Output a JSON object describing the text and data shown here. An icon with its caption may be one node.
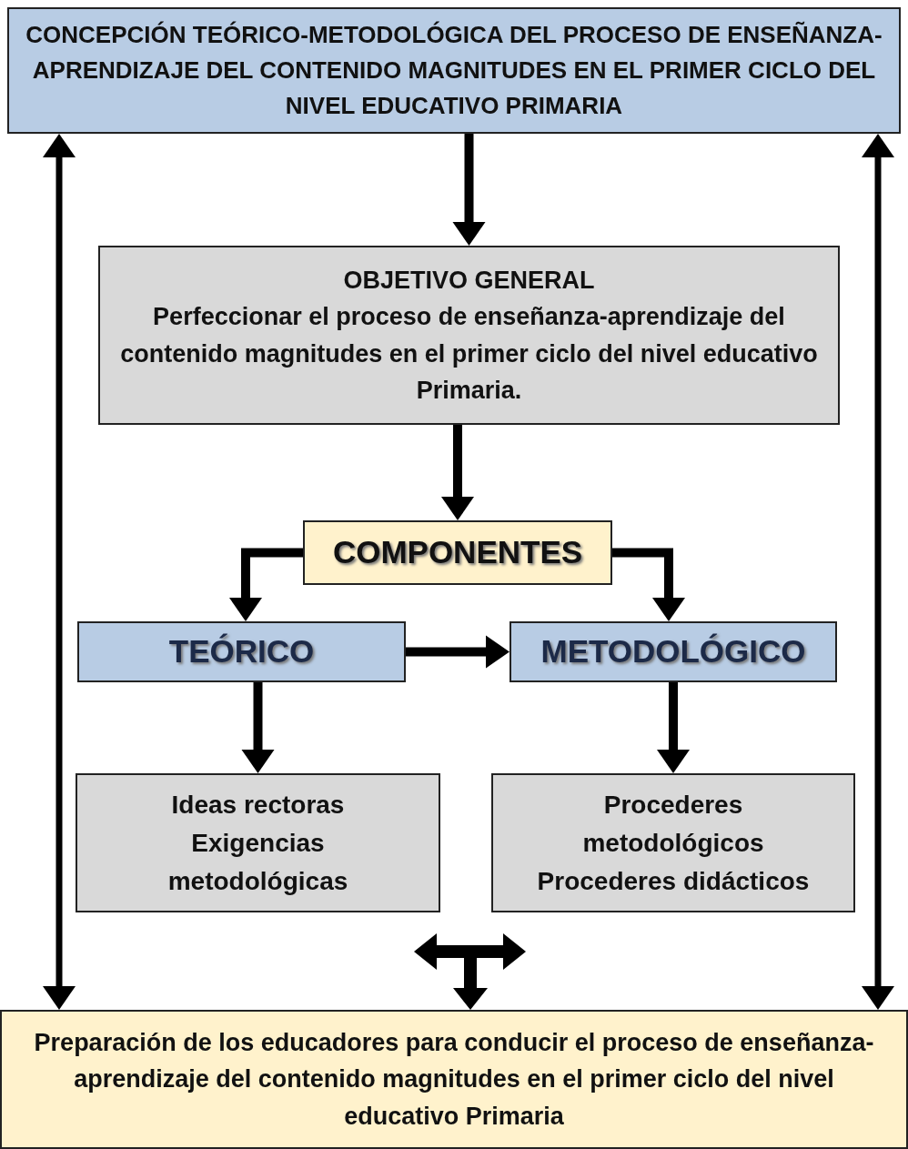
{
  "diagram": {
    "nodes": [
      {
        "text": [
          "CONCEPCIÓN TEÓRICO-METODOLÓGICA DEL PROCESO DE ENSEÑANZA-APRENDIZAJE DEL CONTENIDO MAGNITUDES EN EL PRIMER CICLO DEL NIVEL EDUCATIVO PRIMARIA"
        ]
      },
      {
        "text": [
          "OBJETIVO GENERAL",
          "Perfeccionar el proceso de enseñanza-aprendizaje del contenido magnitudes en el primer ciclo del nivel educativo Primaria."
        ]
      },
      {
        "text": [
          "COMPONENTES"
        ]
      },
      {
        "text": [
          "TEÓRICO"
        ]
      },
      {
        "text": [
          "METODOLÓGICO"
        ]
      },
      {
        "text": [
          "Ideas rectoras",
          "Exigencias metodológicas"
        ]
      },
      {
        "text": [
          "Procederes metodológicos",
          "Procederes didácticos"
        ]
      },
      {
        "text": [
          "Preparación de los educadores para conducir el proceso de enseñanza-aprendizaje del contenido magnitudes en el primer ciclo del nivel educativo Primaria"
        ]
      }
    ],
    "edges": [
      {
        "from": 0,
        "to": 1,
        "arrow": "to"
      },
      {
        "from": 1,
        "to": 2,
        "arrow": "to"
      },
      {
        "from": 2,
        "to": 3,
        "arrow": "to"
      },
      {
        "from": 2,
        "to": 4,
        "arrow": "to"
      },
      {
        "from": 3,
        "to": 4,
        "arrow": "to"
      },
      {
        "from": 3,
        "to": 5,
        "arrow": "to"
      },
      {
        "from": 4,
        "to": 6,
        "arrow": "to"
      },
      {
        "from": 0,
        "to": 7,
        "arrow": "both"
      },
      {
        "from": 0,
        "to": 7,
        "arrow": "both"
      },
      {
        "from": null,
        "to": 7,
        "arrow": "to"
      }
    ]
  }
}
